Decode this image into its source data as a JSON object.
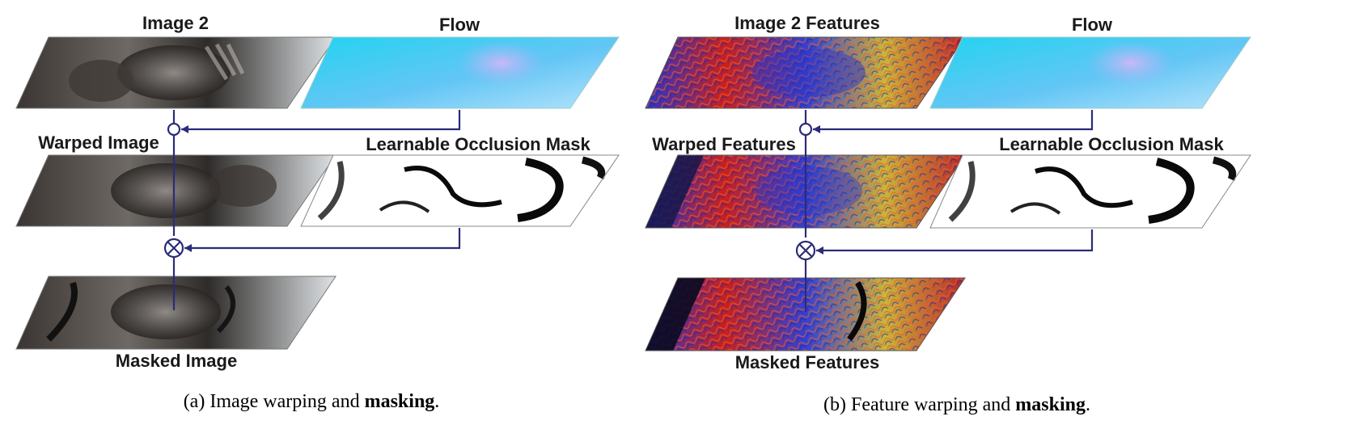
{
  "panels": [
    {
      "top_left_label": "Image 2",
      "top_right_label": "Flow",
      "middle_left_label": "Warped Image",
      "middle_right_label": "Learnable Occlusion Mask",
      "bottom_label": "Masked Image",
      "caption_prefix": "(a)  Image warping and ",
      "caption_bold": "masking",
      "caption_suffix": "."
    },
    {
      "top_left_label": "Image 2 Features",
      "top_right_label": "Flow",
      "middle_left_label": "Warped Features",
      "middle_right_label": "Learnable Occlusion Mask",
      "bottom_label": "Masked Features",
      "caption_prefix": "(b)  Feature warping and ",
      "caption_bold": "masking",
      "caption_suffix": "."
    }
  ],
  "colors": {
    "connector": "#2b2b7a",
    "flow_start": "#22d3f0",
    "flow_end": "#b6e3fb",
    "image_dark": "#2a2624",
    "image_light": "#e8ecee",
    "feature_red": "#c8201e",
    "feature_blue": "#2a34c8",
    "feature_yellow": "#c9b63a",
    "mask_white": "#ffffff",
    "mask_black": "#0a0a0a"
  },
  "icons": [
    "warp-circle-icon",
    "multiply-circle-icon"
  ]
}
